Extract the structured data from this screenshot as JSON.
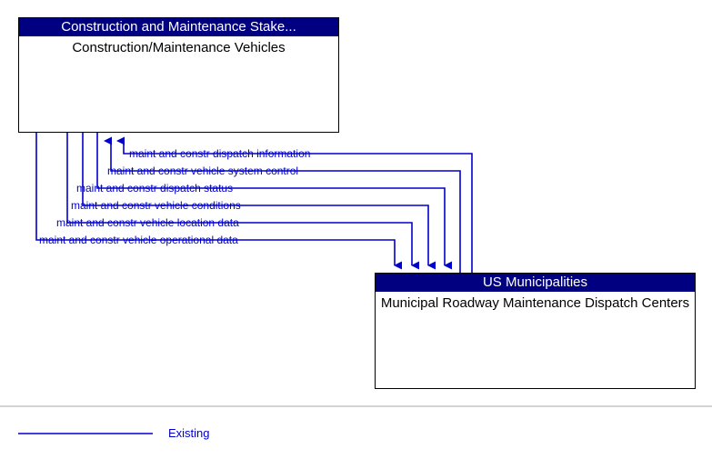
{
  "diagram": {
    "title_bar_color": "#000080",
    "flow_color": "#0000cc",
    "box_border_color": "#000000",
    "background_color": "#ffffff"
  },
  "nodes": [
    {
      "id": "construction-maintenance-vehicles",
      "stakeholder": "Construction and Maintenance Stake...",
      "name": "Construction/Maintenance Vehicles"
    },
    {
      "id": "municipal-roadway-maintenance-dispatch-centers",
      "stakeholder": "US Municipalities",
      "name": "Municipal Roadway Maintenance Dispatch Centers"
    }
  ],
  "flows": [
    {
      "label": "maint and constr dispatch information",
      "direction": "to-construction-vehicles"
    },
    {
      "label": "maint and constr vehicle system control",
      "direction": "to-construction-vehicles"
    },
    {
      "label": "maint and constr dispatch status",
      "direction": "to-dispatch-centers"
    },
    {
      "label": "maint and constr vehicle conditions",
      "direction": "to-dispatch-centers"
    },
    {
      "label": "maint and constr vehicle location data",
      "direction": "to-dispatch-centers"
    },
    {
      "label": "maint and constr vehicle operational data",
      "direction": "to-dispatch-centers"
    }
  ],
  "legend": {
    "items": [
      {
        "label": "Existing",
        "line_color": "#0000cc"
      }
    ]
  }
}
